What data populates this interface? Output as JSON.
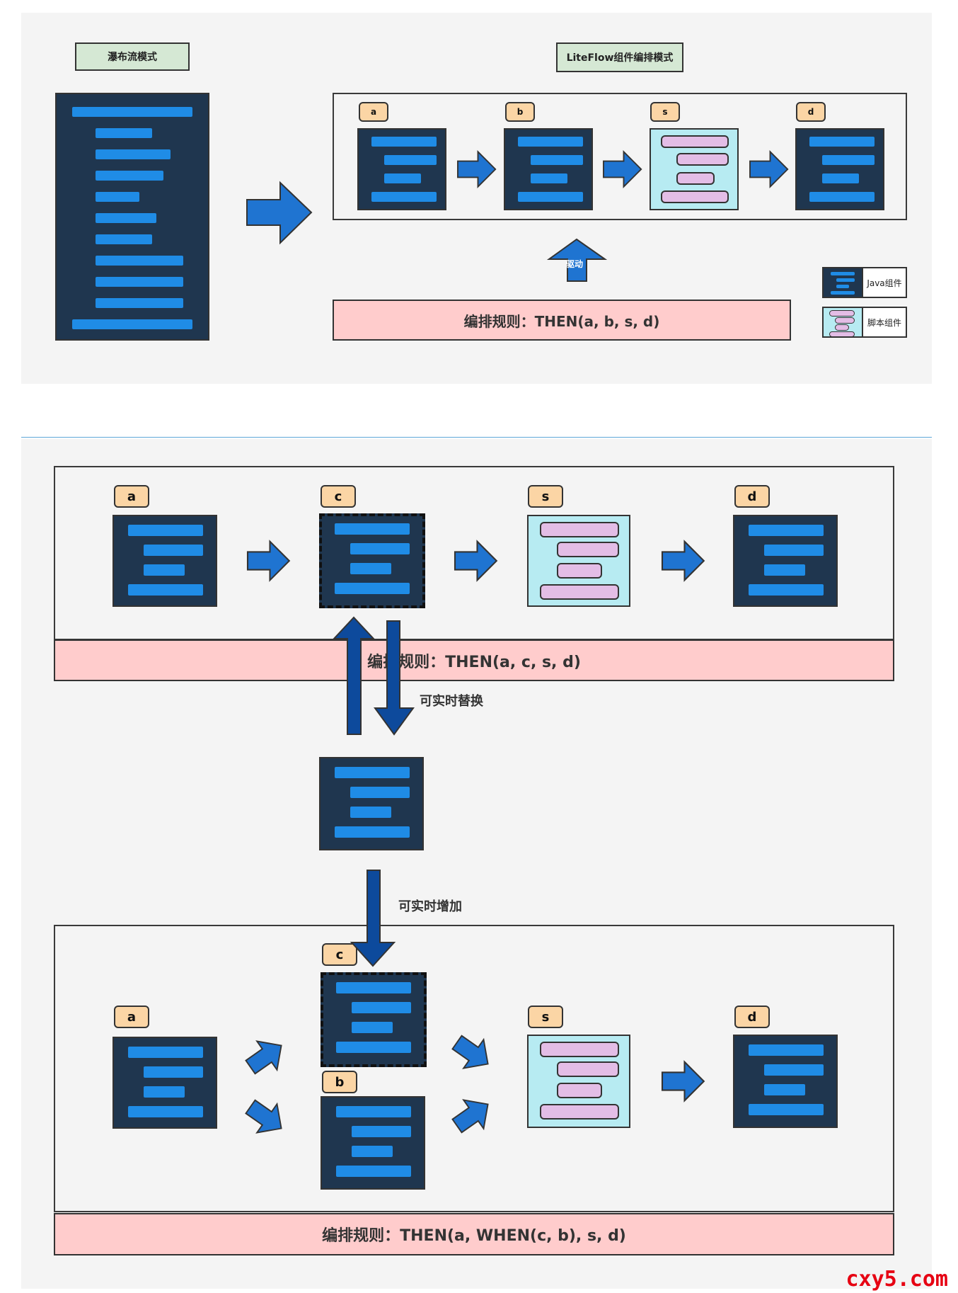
{
  "top": {
    "waterfall_title": "瀑布流模式",
    "liteflow_title": "LiteFlow组件编排模式",
    "nodes": [
      "a",
      "b",
      "s",
      "d"
    ],
    "drive_label": "驱动",
    "rule": "编排规则：THEN(a, b, s, d)",
    "legend": {
      "java": "Java组件",
      "script": "脚本组件"
    }
  },
  "bottom": {
    "upper_nodes": [
      "a",
      "c",
      "s",
      "d"
    ],
    "upper_rule": "编排规则：THEN(a, c, s, d)",
    "replace_label": "可实时替换",
    "add_label": "可实时增加",
    "lower_nodes": {
      "a": "a",
      "c": "c",
      "b": "b",
      "s": "s",
      "d": "d"
    },
    "lower_rule": "编排规则：THEN(a, WHEN(c, b), s, d)"
  },
  "watermark": "cxy5.com",
  "colors": {
    "component": "#1f364f",
    "bar": "#1f8ce6",
    "script": "#b7ebf2",
    "rule": "#ffcccc",
    "tag": "#fbd5a5",
    "title": "#d5e8d4",
    "arrow": "#1f74d1",
    "dark_arrow": "#0d4a9c"
  }
}
